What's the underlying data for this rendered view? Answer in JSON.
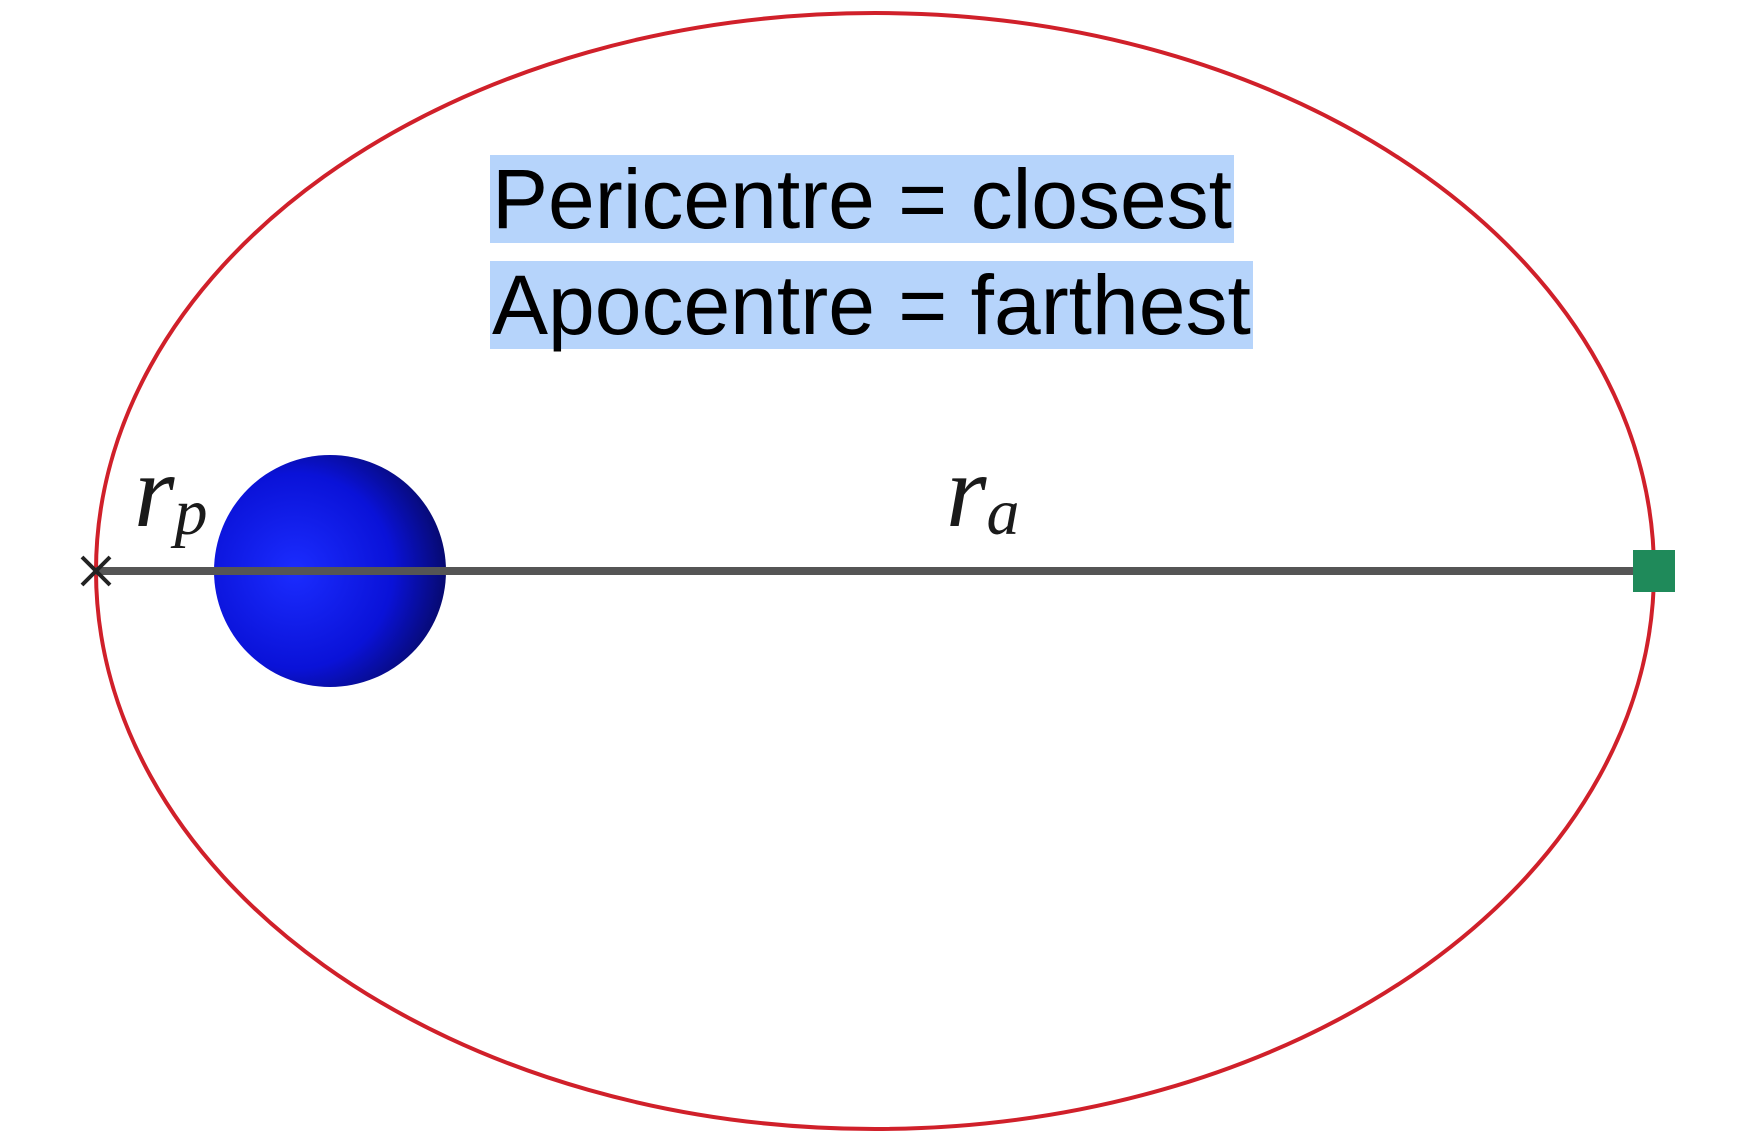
{
  "caption": {
    "line_1": "Pericentre = closest",
    "line_2": "Apocentre = farthest"
  },
  "labels": {
    "pericentre_distance": {
      "base": "r",
      "subscript": "p"
    },
    "apocentre_distance": {
      "base": "r",
      "subscript": "a"
    }
  },
  "colors": {
    "orbit": "#d0202a",
    "central_body": "#0a12d8",
    "axis_line": "#555555",
    "apocentre_marker": "#1f8a5a",
    "highlight": "#b6d4fb"
  }
}
